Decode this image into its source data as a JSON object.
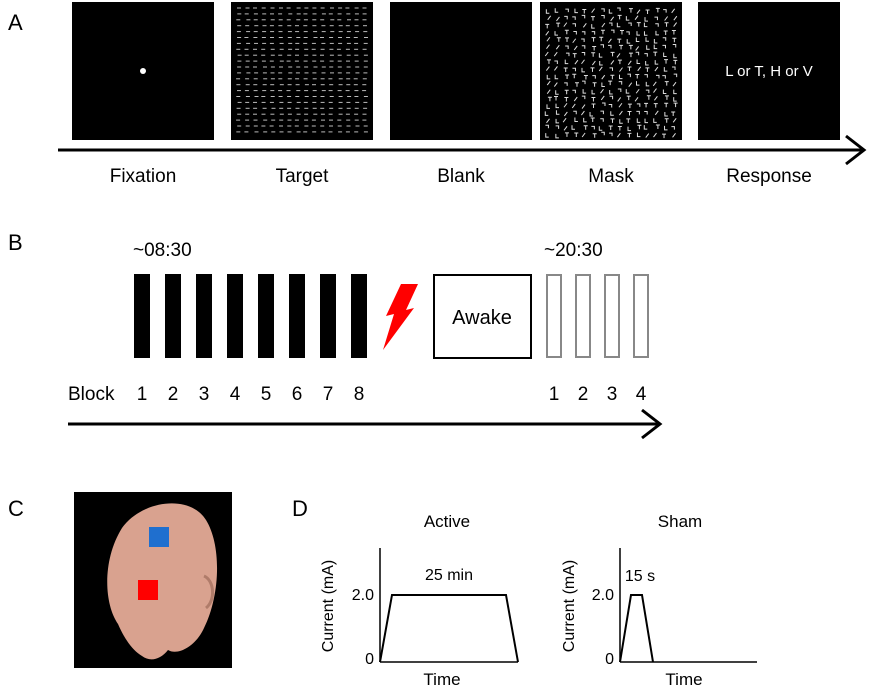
{
  "panel_a": {
    "letter": "A",
    "screens": [
      {
        "label": "Fixation",
        "content": ""
      },
      {
        "label": "Target",
        "content": ""
      },
      {
        "label": "Blank",
        "content": ""
      },
      {
        "label": "Mask",
        "content": ""
      },
      {
        "label": "Response",
        "content": "L or T, H or V"
      }
    ]
  },
  "panel_b": {
    "letter": "B",
    "time_before": "~08:30",
    "time_after": "~20:30",
    "block_label": "Block",
    "blocks_before": [
      "1",
      "2",
      "3",
      "4",
      "5",
      "6",
      "7",
      "8"
    ],
    "awake_label": "Awake",
    "blocks_after": [
      "1",
      "2",
      "3",
      "4"
    ],
    "stimulation_color": "#ff0000"
  },
  "panel_c": {
    "letter": "C",
    "electrode_colors": {
      "blue": "#1f6fcf",
      "red": "#ff0000"
    }
  },
  "panel_d": {
    "letter": "D",
    "plots": [
      {
        "title": "Active",
        "ylabel": "Current (mA)",
        "xlabel": "Time",
        "ytick_top": "2.0",
        "ytick_bottom": "0",
        "annotation": "25 min"
      },
      {
        "title": "Sham",
        "ylabel": "Current (mA)",
        "xlabel": "Time",
        "ytick_top": "2.0",
        "ytick_bottom": "0",
        "annotation": "15 s"
      }
    ]
  }
}
